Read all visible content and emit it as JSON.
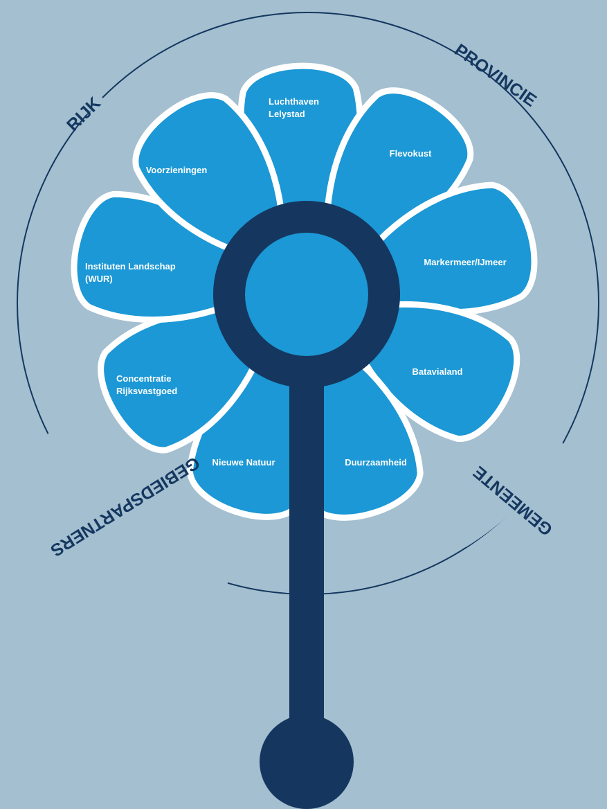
{
  "colors": {
    "background": "#a3bfd0",
    "petal_fill": "#1b98d5",
    "petal_outline": "#ffffff",
    "stem": "#15375f",
    "ring_line": "#15375f"
  },
  "petals": [
    {
      "lines": [
        "Luchthaven",
        "Lelystad"
      ]
    },
    {
      "lines": [
        "Flevokust"
      ]
    },
    {
      "lines": [
        "Markermeer/IJmeer"
      ]
    },
    {
      "lines": [
        "Batavialand"
      ]
    },
    {
      "lines": [
        "Duurzaamheid"
      ]
    },
    {
      "lines": [
        "Nieuwe Natuur"
      ]
    },
    {
      "lines": [
        "Concentratie",
        "Rijksvastgoed"
      ]
    },
    {
      "lines": [
        "Instituten Landschap",
        "(WUR)"
      ]
    },
    {
      "lines": [
        "Voorzieningen"
      ]
    }
  ],
  "ring_labels": {
    "rijk": "RIJK",
    "provincie": "PROVINCIE",
    "gemeente": "GEMEENTE",
    "gebiedspartners": "GEBIEDSPARTNERS"
  }
}
